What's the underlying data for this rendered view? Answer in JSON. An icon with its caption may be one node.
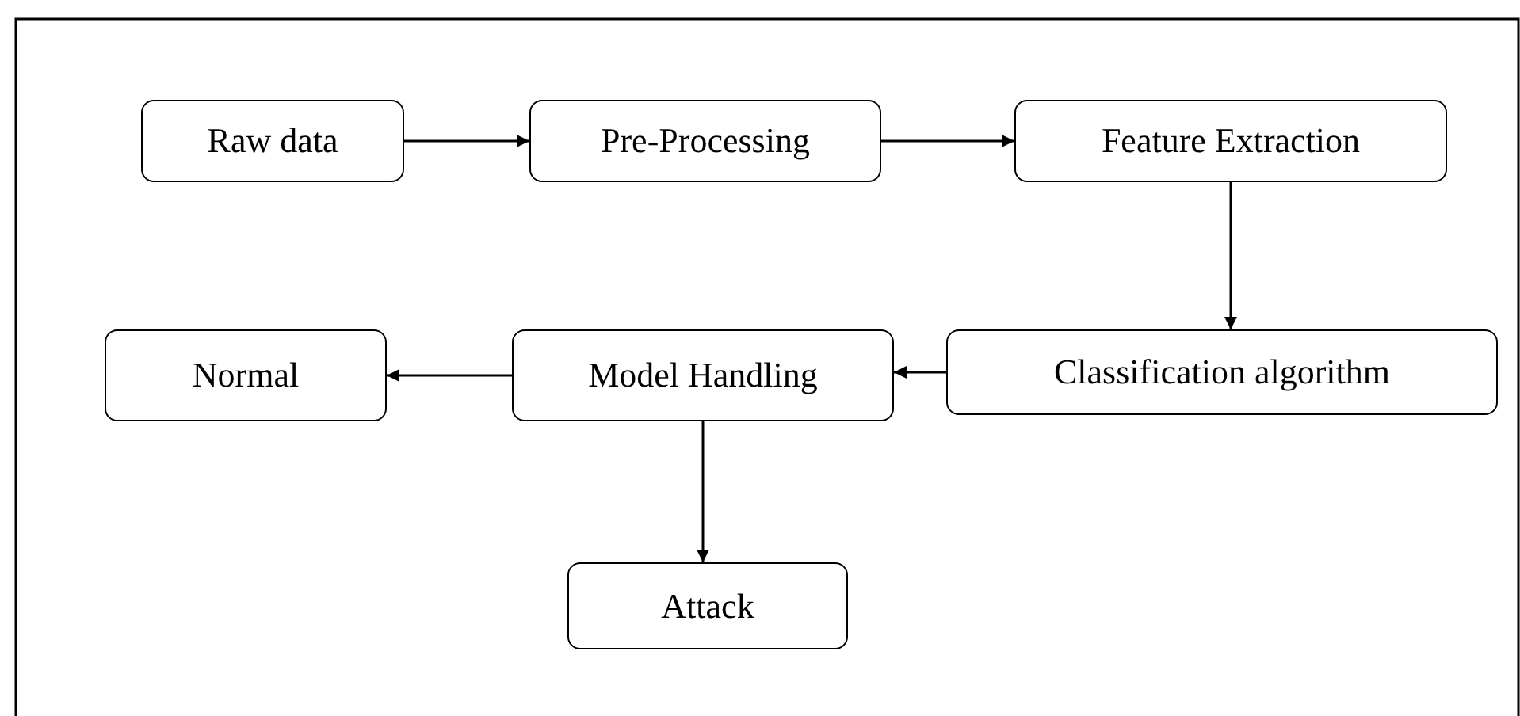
{
  "diagram": {
    "nodes": [
      {
        "text": [
          "Raw data"
        ]
      },
      {
        "text": [
          "Pre-Processing"
        ]
      },
      {
        "text": [
          "Feature Extraction"
        ]
      },
      {
        "text": [
          "Classification algorithm"
        ]
      },
      {
        "text": [
          "Model Handling"
        ]
      },
      {
        "text": [
          "Normal"
        ]
      },
      {
        "text": [
          "Attack"
        ]
      }
    ],
    "edges": [
      {
        "from": 0,
        "to": 1,
        "arrow": "to"
      },
      {
        "from": 1,
        "to": 2,
        "arrow": "to"
      },
      {
        "from": 2,
        "to": 3,
        "arrow": "to"
      },
      {
        "from": 3,
        "to": 4,
        "arrow": "to"
      },
      {
        "from": 4,
        "to": 5,
        "arrow": "to"
      },
      {
        "from": 4,
        "to": 6,
        "arrow": "to"
      }
    ]
  }
}
